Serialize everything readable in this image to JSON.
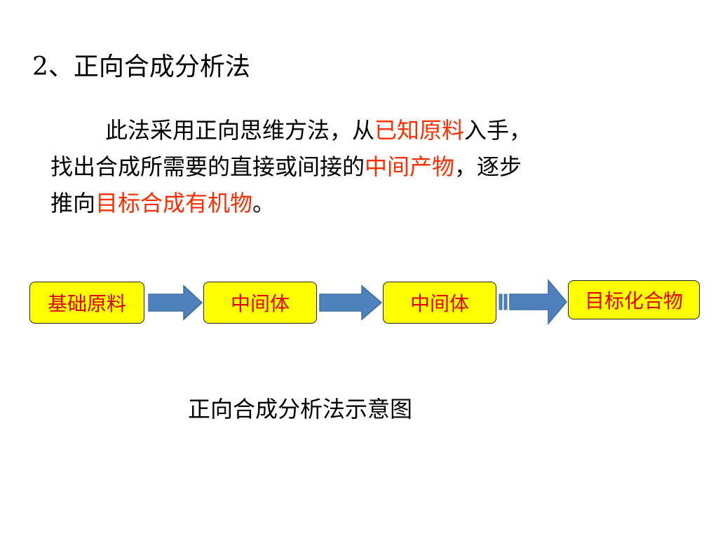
{
  "slide": {
    "title": "2、正向合成分析法",
    "paragraph": {
      "line1": {
        "t1": "此法采用正向思维方法，从",
        "r1": "已知原料",
        "t2": "入手，"
      },
      "line2": {
        "t1": "找出合成所需要的直接或间接的",
        "r1": "中间产物",
        "t2": "，逐步"
      },
      "line3": {
        "t1": "推向",
        "r1": "目标合成有机物",
        "t2": "。"
      }
    },
    "flow": {
      "nodes": [
        "基础原料",
        "中间体",
        "中间体",
        "目标化合物"
      ],
      "box_fill": "#ffff00",
      "box_text_color": "#e00000",
      "arrow_fill": "#4f81bd"
    },
    "caption": "正向合成分析法示意图",
    "accent_red": "#ff2d00"
  }
}
